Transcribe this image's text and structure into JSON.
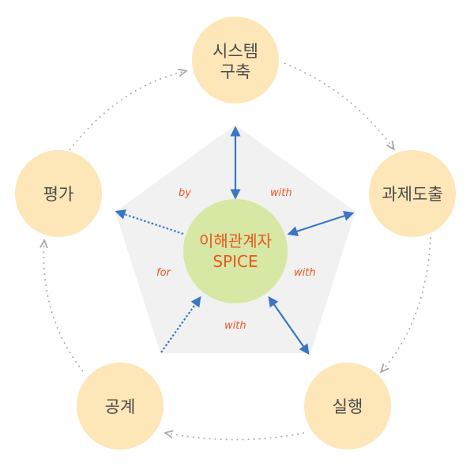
{
  "colors": {
    "node_fill": "#fde6b8",
    "center_fill": "#d7e7a4",
    "pentagon_fill": "#f1f1f1",
    "spoke_color": "#3a76c4",
    "cycle_color": "#a8a8a8",
    "node_text": "#4a4a4a",
    "accent_text": "#e8561f"
  },
  "center": {
    "line1": "이해관계자",
    "line2": "SPICE"
  },
  "nodes": [
    {
      "lines": [
        "시스템",
        "구축"
      ]
    },
    {
      "lines": [
        "과제도출"
      ]
    },
    {
      "lines": [
        "실행"
      ]
    },
    {
      "lines": [
        "공계"
      ]
    },
    {
      "lines": [
        "평가"
      ]
    }
  ],
  "spoke_labels": {
    "by": "by",
    "with_1": "with",
    "with_2": "with",
    "with_3": "with",
    "for": "for"
  }
}
